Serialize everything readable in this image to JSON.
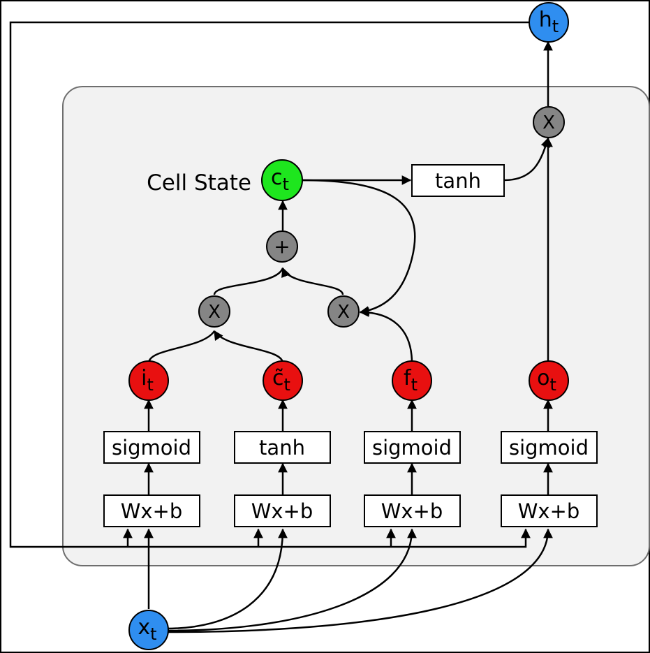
{
  "colors": {
    "input_output": "#2f8ef0",
    "cell_state": "#1ee61e",
    "gate": "#e81010",
    "operator": "#858585",
    "panel": "#f2f2f2",
    "panel_border": "#6e6e6e"
  },
  "cell_state_label": "Cell State",
  "nodes": {
    "h": {
      "main": "h",
      "sub": "t"
    },
    "c": {
      "main": "c",
      "sub": "t"
    },
    "x": {
      "main": "x",
      "sub": "t"
    },
    "i": {
      "main": "i",
      "sub": "t"
    },
    "ctilde": {
      "main": "c̃",
      "sub": "t"
    },
    "f": {
      "main": "f",
      "sub": "t"
    },
    "o": {
      "main": "o",
      "sub": "t"
    }
  },
  "operators": {
    "output_mult": "X",
    "plus": "+",
    "input_mult": "X",
    "forget_mult": "X"
  },
  "boxes": {
    "cell_tanh": "tanh",
    "act_i": "sigmoid",
    "act_c": "tanh",
    "act_f": "sigmoid",
    "act_o": "sigmoid",
    "lin_i": "Wx+b",
    "lin_c": "Wx+b",
    "lin_f": "Wx+b",
    "lin_o": "Wx+b"
  }
}
